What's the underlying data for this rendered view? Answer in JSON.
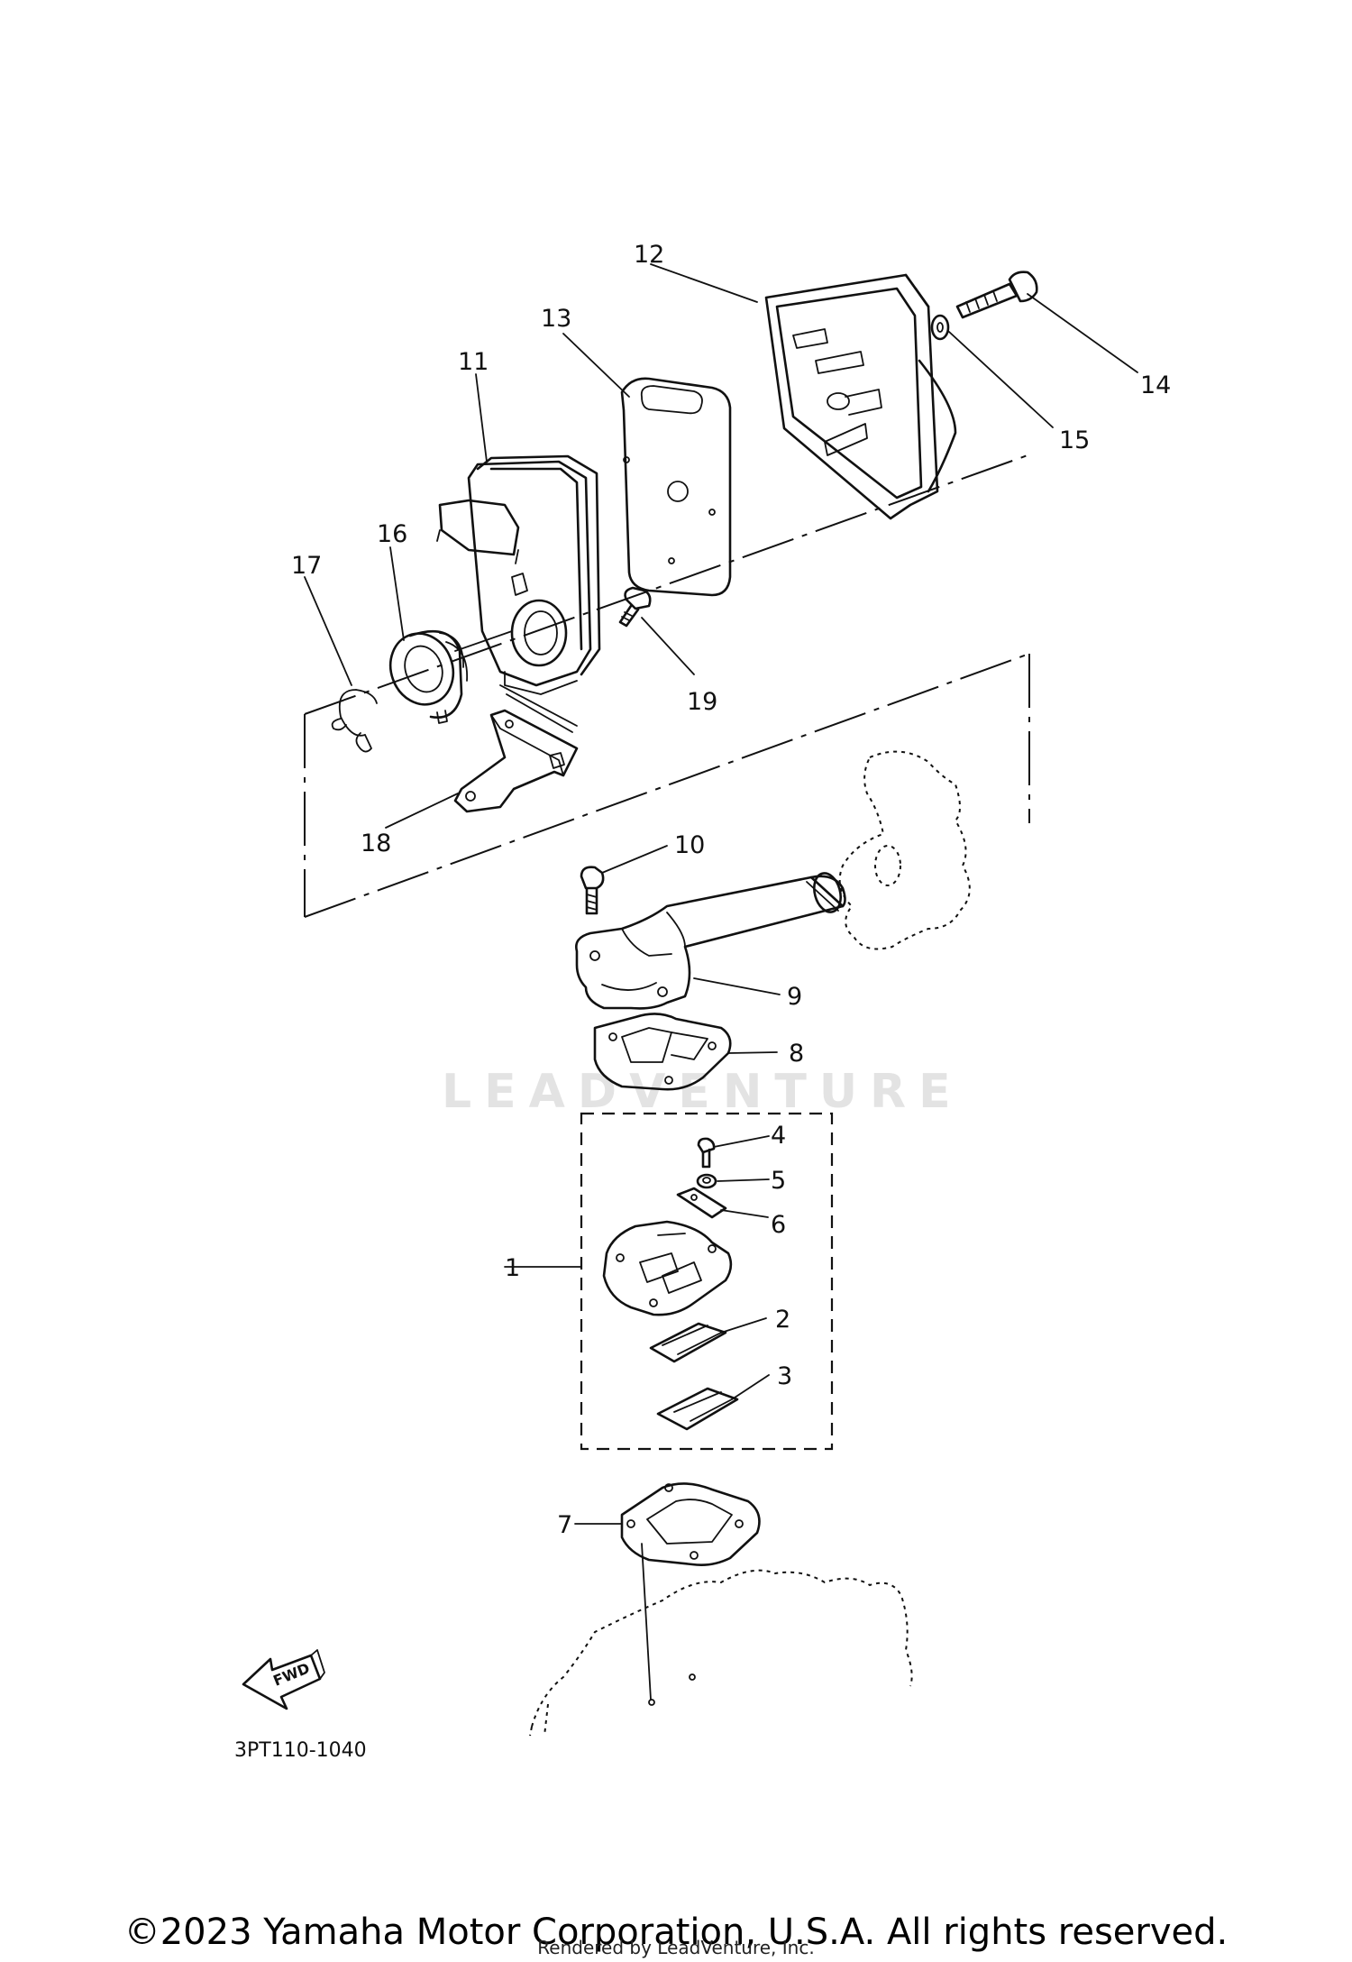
{
  "watermark": "LEADVENTURE",
  "diagram_code": "3PT110-1040",
  "fwd_label": "FWD",
  "copyright": "©2023 Yamaha Motor Corporation, U.S.A. All rights reserved.",
  "rendered_by": "Rendered by LeadVenture, Inc.",
  "callouts": {
    "c1": "1",
    "c2": "2",
    "c3": "3",
    "c4": "4",
    "c5": "5",
    "c6": "6",
    "c7": "7",
    "c8": "8",
    "c9": "9",
    "c10": "10",
    "c11": "11",
    "c12": "12",
    "c13": "13",
    "c14": "14",
    "c15": "15",
    "c16": "16",
    "c17": "17",
    "c18": "18",
    "c19": "19"
  }
}
